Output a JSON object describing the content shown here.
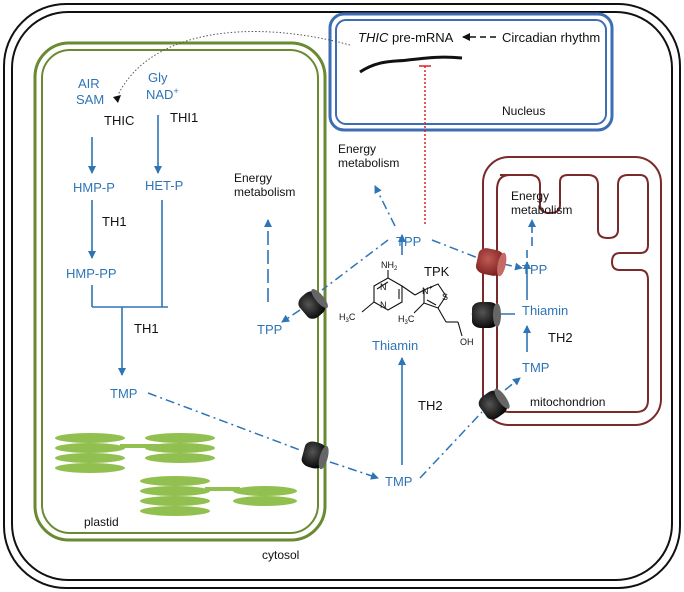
{
  "colors": {
    "metabolite": "#2e75b6",
    "enzyme": "#111111",
    "plastid": "#6a8a32",
    "thylakoid": "#92c050",
    "nucleus": "#3d6eb4",
    "mitochondrion": "#7a2a2a",
    "transporter": "#111111",
    "mito_transporter": "#9e3a36",
    "inhibition": "#e02020"
  },
  "compartments": {
    "plastid": "plastid",
    "nucleus": "Nucleus",
    "mitochondrion": "mitochondrion",
    "cytosol": "cytosol"
  },
  "nucleus": {
    "transcript": "THIC",
    "transcript_suffix": " pre-mRNA",
    "regulator": "Circadian rhythm"
  },
  "plastid_pathway": {
    "substrate_a1": "AIR",
    "substrate_a2": "SAM",
    "substrate_b1": "Gly",
    "substrate_b2": "NAD",
    "substrate_b2_sup": "+",
    "enzyme_a": "THIC",
    "enzyme_b": "THI1",
    "hmp_p": "HMP-P",
    "het_p": "HET-P",
    "enzyme_th1_a": "TH1",
    "hmp_pp": "HMP-PP",
    "enzyme_th1_b": "TH1",
    "tmp": "TMP"
  },
  "cytosol": {
    "tmp": "TMP",
    "enzyme_th2": "TH2",
    "thiamin": "Thiamin",
    "enzyme_tpk": "TPK",
    "tpp": "TPP",
    "energy_top_1": "Energy",
    "energy_top_2": "metabolism",
    "tpp_left": "TPP",
    "energy_left_1": "Energy",
    "energy_left_2": "metabolism"
  },
  "mitochondrion": {
    "thiamin": "Thiamin",
    "enzyme_th2": "TH2",
    "tmp": "TMP",
    "tpp": "TPP",
    "energy_1": "Energy",
    "energy_2": "metabolism"
  },
  "structure": {
    "nh2": "NH",
    "nh2_sub": "2",
    "n_top": "N",
    "n_bottom": "N",
    "h3c_left": "H",
    "h3c_left_sub": "3",
    "h3c_left_c": "C",
    "n_plus": "N",
    "plus": "+",
    "s": "S",
    "h3c_right": "H",
    "h3c_right_sub": "3",
    "h3c_right_c": "C",
    "oh": "OH"
  }
}
